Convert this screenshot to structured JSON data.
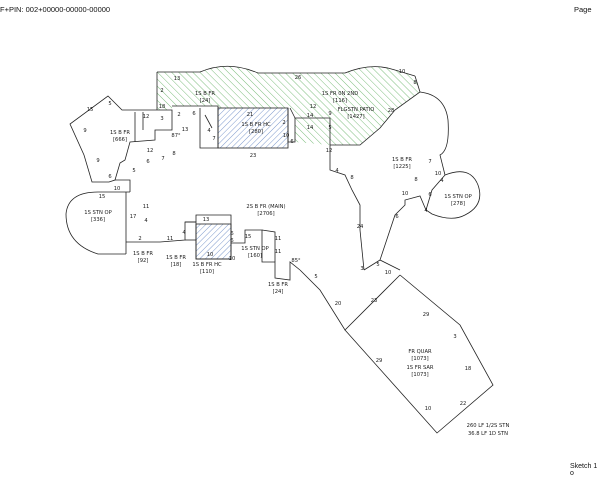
{
  "header": {
    "pin": "F+PIN:  002+00000-00000-00000",
    "page": "Page"
  },
  "footer": {
    "sketch": "Sketch 1 o"
  },
  "colors": {
    "hatch_green": "#7fbf7f",
    "hatch_blue": "#6f8fc8",
    "line": "#222222"
  },
  "areas": {
    "fr_0n_2nd": [
      "1S FR 0N 2ND",
      "[116]"
    ],
    "flgstn_patio": [
      "FLGSTN PATIO",
      "[1427]"
    ],
    "top_fr": [
      "1S B FR",
      "[24]"
    ],
    "b_fr_hc": [
      "1S B FR HC",
      "[280]"
    ],
    "left_fr": [
      "1S B FR",
      "[666]"
    ],
    "right_fr": [
      "1S B FR",
      "[1225]"
    ],
    "right_op": [
      "1S STN OP",
      "[278]"
    ],
    "left_op": [
      "1S STN OP",
      "[336]"
    ],
    "main": [
      "2S B FR (MAIN)",
      "[2706]"
    ],
    "low_fr_92": [
      "1S B FR",
      "[92]"
    ],
    "low_fr_18": [
      "1S B FR",
      "[18]"
    ],
    "low_fr_hc": [
      "1S B FR HC",
      "[110]"
    ],
    "low_op": [
      "1S STN OP",
      "[160]"
    ],
    "low_fr_24": [
      "1S B FR",
      "[24]"
    ],
    "quar": [
      "FR QUAR",
      "[1073]"
    ],
    "sar": [
      "1S FR SAR",
      "[1073]"
    ]
  },
  "notes": [
    "260 LF 1/2S STN",
    "36.8 LF 1D STN"
  ],
  "dims": {
    "d13a": "13",
    "d26": "26",
    "d10a": "10",
    "d8a": "8",
    "d2a": "2",
    "d3a": "3",
    "d18a": "18",
    "d12a": "12",
    "d15a": "15",
    "d9a": "9",
    "d5a": "5",
    "d6a": "6",
    "d13b": "13",
    "d2b": "2",
    "d7a": "7",
    "d4a": "4",
    "d21": "21",
    "d23": "23",
    "d2c": "2",
    "d10b": "10",
    "d14a": "14",
    "d14b": "14",
    "d9b": "9",
    "d5b": "5",
    "d6b": "6",
    "d12b": "12",
    "d28": "28",
    "d12c": "12",
    "d8b": "8",
    "d7b": "7",
    "d9c": "9",
    "d6c": "6",
    "d12d": "12",
    "d6d": "6",
    "d5c": "5",
    "d10c": "10",
    "d15b": "15",
    "d17": "17",
    "d11a": "11",
    "d4b": "4",
    "d2d": "2",
    "d11b": "11",
    "d4c": "4",
    "d13c": "13",
    "d6e": "6",
    "d10d": "10",
    "d6f": "6",
    "d15c": "15",
    "d10e": "10",
    "d11c": "11",
    "d11d": "11",
    "d5d": "5",
    "d20": "20",
    "d4d": "4",
    "d8c": "8",
    "d24": "24",
    "d6g": "6",
    "d3b": "3",
    "d5e": "5",
    "d10f": "10",
    "d10g": "10",
    "d8d": "8",
    "d7c": "7",
    "d23b": "23",
    "d29a": "29",
    "d29b": "29",
    "d3c": "3",
    "d18b": "18",
    "d10h": "10",
    "d22": "22",
    "d10i": "10",
    "d4e": "4",
    "d4f": "4",
    "d6h": "6",
    "ang1": "87°",
    "ang2": "85°"
  }
}
